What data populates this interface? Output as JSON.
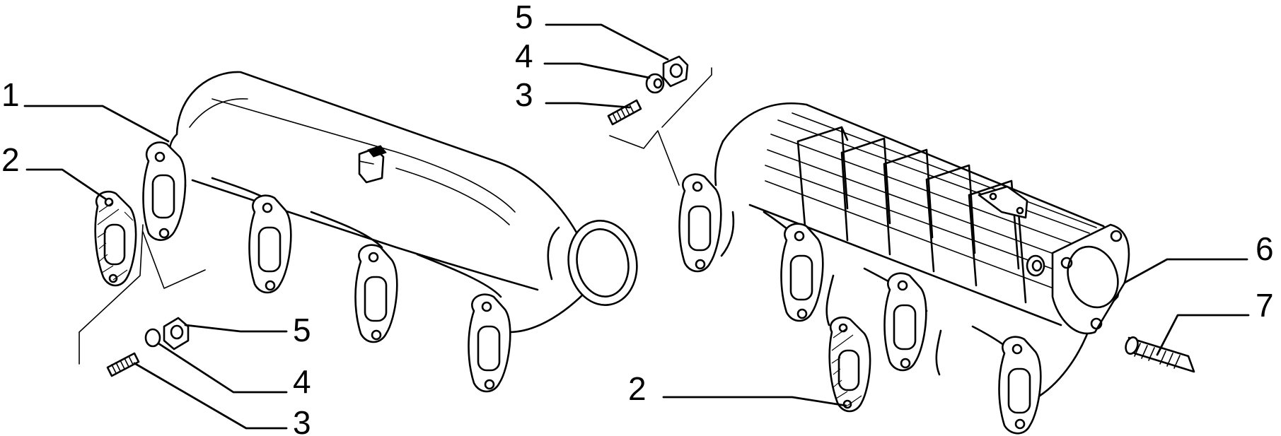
{
  "callouts": {
    "left_1": "1",
    "left_2": "2",
    "left_5": "5",
    "left_4": "4",
    "left_3": "3",
    "top_5": "5",
    "top_4": "4",
    "top_3": "3",
    "right_6": "6",
    "right_7": "7",
    "bottom_2": "2"
  }
}
